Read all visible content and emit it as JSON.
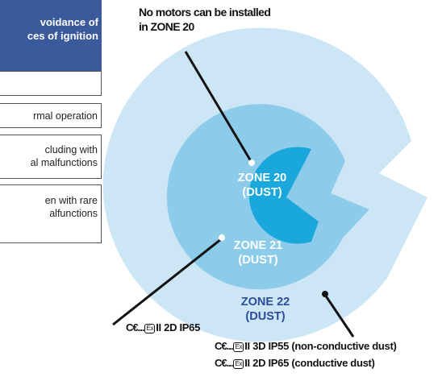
{
  "table": {
    "header": [
      "voidance of",
      "ces of ignition"
    ],
    "rows": [
      [
        ""
      ],
      [
        "rmal operation"
      ],
      [
        "cluding with",
        "al malfunctions"
      ],
      [
        "en with rare",
        "alfunctions"
      ]
    ]
  },
  "note": [
    "No motors can be installed",
    "in ZONE 20"
  ],
  "zones": {
    "zone20": [
      "ZONE 20",
      "(DUST)"
    ],
    "zone21": [
      "ZONE 21",
      "(DUST)"
    ],
    "zone22": [
      "ZONE 22",
      "(DUST)"
    ]
  },
  "markings": {
    "zone21": {
      "ce": "C€...",
      "ex": "Ex",
      "text": "II 2D IP65"
    },
    "zone22_a": {
      "ce": "C€...",
      "ex": "Ex",
      "text": "II 3D IP55 (non-conductive dust)"
    },
    "zone22_b": {
      "ce": "C€...",
      "ex": "Ex",
      "text": "II 2D IP65 (conductive dust)"
    }
  },
  "colors": {
    "header_bg": "#3a5a9b",
    "zone20": "#19a7dc",
    "zone21": "#8ccbea",
    "zone22": "#cde6f5",
    "zone22_text": "#2b4b9b"
  }
}
